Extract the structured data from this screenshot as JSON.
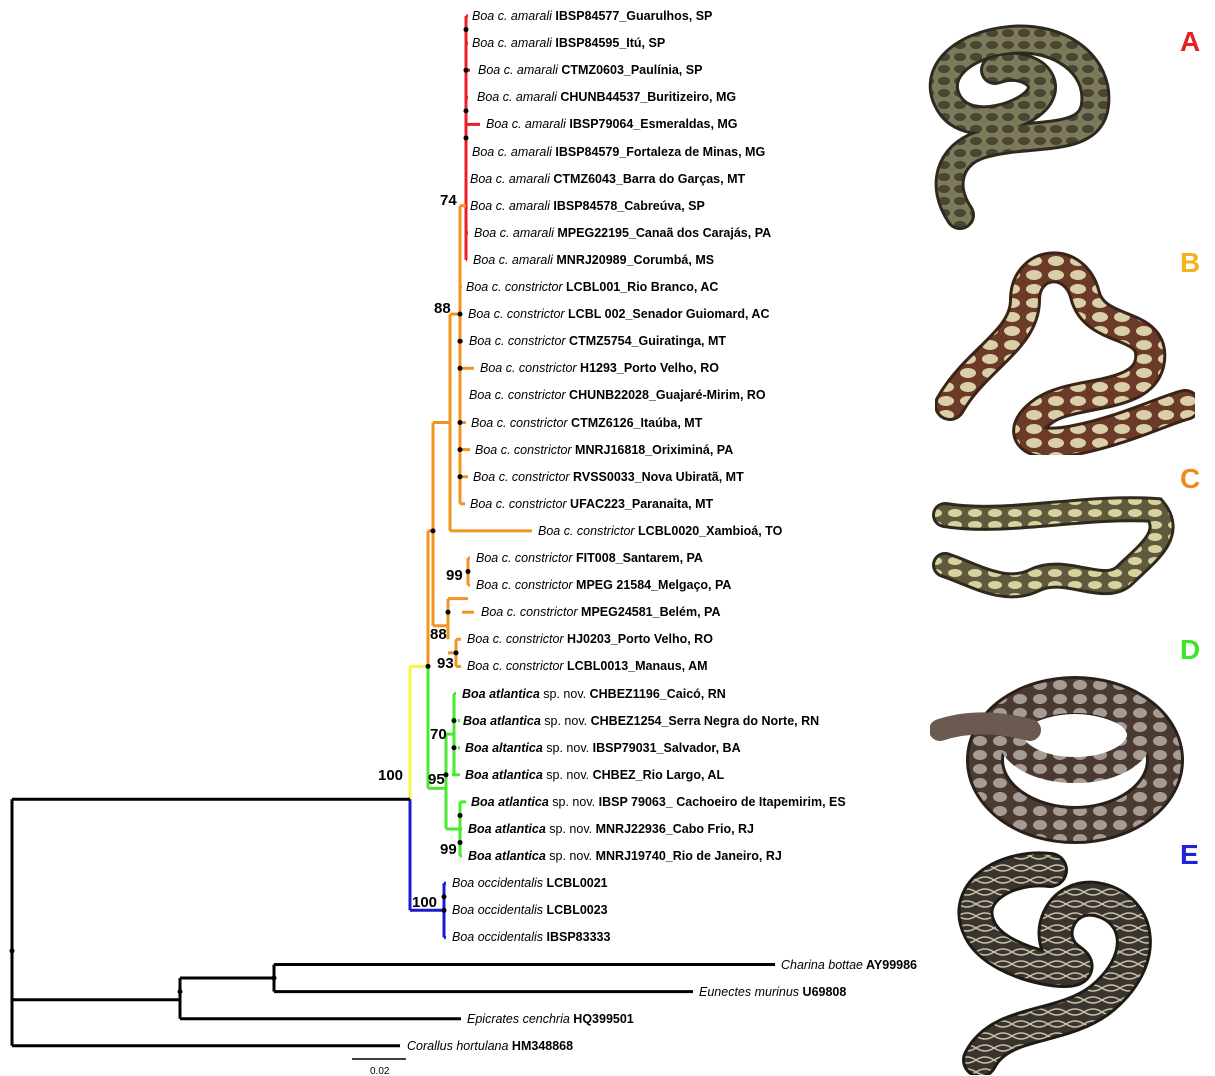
{
  "tips": [
    {
      "species": "Boa c. amarali",
      "code": "IBSP84577_Guarulhos, SP"
    },
    {
      "species": "Boa c. amarali",
      "code": "IBSP84595_Itú, SP"
    },
    {
      "species": "Boa c. amarali",
      "code": "CTMZ0603_Paulínia, SP"
    },
    {
      "species": "Boa c. amarali",
      "code": "CHUNB44537_Buritizeiro, MG"
    },
    {
      "species": "Boa c. amarali",
      "code": "IBSP79064_Esmeraldas, MG"
    },
    {
      "species": "Boa c. amarali",
      "code": "IBSP84579_Fortaleza de Minas, MG"
    },
    {
      "species": "Boa c. amarali",
      "code": "CTMZ6043_Barra do Garças, MT"
    },
    {
      "species": "Boa c. amarali",
      "code": "IBSP84578_Cabreúva, SP"
    },
    {
      "species": "Boa c. amarali",
      "code": "MPEG22195_Canaã dos Carajás, PA"
    },
    {
      "species": "Boa c. amarali",
      "code": "MNRJ20989_Corumbá, MS"
    },
    {
      "species": "Boa c. constrictor",
      "code": "LCBL001_Rio Branco, AC"
    },
    {
      "species": "Boa c. constrictor",
      "code": "LCBL 002_Senador Guiomard, AC"
    },
    {
      "species": "Boa c. constrictor",
      "code": "CTMZ5754_Guiratinga, MT"
    },
    {
      "species": "Boa c. constrictor",
      "code": "H1293_Porto Velho, RO"
    },
    {
      "species": "Boa c. constrictor",
      "code": "CHUNB22028_Guajaré-Mirim, RO"
    },
    {
      "species": "Boa c. constrictor",
      "code": "CTMZ6126_Itaúba, MT"
    },
    {
      "species": "Boa c. constrictor",
      "code": "MNRJ16818_Oriximiná, PA"
    },
    {
      "species": "Boa c. constrictor",
      "code": "RVSS0033_Nova Ubiratã, MT"
    },
    {
      "species": "Boa c. constrictor",
      "code": "UFAC223_Paranaita, MT"
    },
    {
      "species": "Boa c. constrictor",
      "code": "LCBL0020_Xambioá, TO"
    },
    {
      "species": "Boa c. constrictor",
      "code": "FIT008_Santarem, PA"
    },
    {
      "species": "Boa c. constrictor",
      "code": "MPEG 21584_Melgaço, PA"
    },
    {
      "species": "Boa c. constrictor",
      "code": "MPEG24581_Belém, PA"
    },
    {
      "species": "Boa c. constrictor",
      "code": "HJ0203_Porto Velho, RO"
    },
    {
      "species": "Boa c. constrictor",
      "code": "LCBL0013_Manaus, AM"
    },
    {
      "species": "Boa atlantica",
      "nov": "sp. nov.",
      "code": "CHBEZ1196_Caicó, RN"
    },
    {
      "species": "Boa atlantica",
      "nov": "sp. nov.",
      "code": "CHBEZ1254_Serra Negra do Norte, RN"
    },
    {
      "species": "Boa altantica",
      "nov": "sp. nov.",
      "code": "IBSP79031_Salvador, BA"
    },
    {
      "species": "Boa atlantica",
      "nov": "sp. nov.",
      "code": "CHBEZ_Rio Largo, AL"
    },
    {
      "species": "Boa atlantica",
      "nov": "sp. nov.",
      "code": "IBSP 79063_ Cachoeiro de Itapemirim, ES"
    },
    {
      "species": "Boa atlantica",
      "nov": "sp. nov.",
      "code": "MNRJ22936_Cabo Frio, RJ"
    },
    {
      "species": "Boa atlantica",
      "nov": "sp. nov.",
      "code": "MNRJ19740_Rio de Janeiro, RJ"
    },
    {
      "species": "Boa occidentalis",
      "code": "LCBL0021"
    },
    {
      "species": "Boa occidentalis",
      "code": "LCBL0023"
    },
    {
      "species": "Boa occidentalis",
      "code": "IBSP83333"
    },
    {
      "species": "Charina bottae",
      "code": "AY99986"
    },
    {
      "species": "Eunectes murinus",
      "code": "U69808"
    },
    {
      "species": "Epicrates cenchria",
      "code": "HQ399501"
    },
    {
      "species": "Corallus hortulana",
      "code": "HM348868"
    }
  ],
  "support": [
    "74",
    "88",
    "99",
    "88",
    "93",
    "70",
    "95",
    "99",
    "100",
    "100"
  ],
  "panels": [
    {
      "letter": "A",
      "color": "#e8211d"
    },
    {
      "letter": "B",
      "color": "#f5b21a"
    },
    {
      "letter": "C",
      "color": "#f08a1c"
    },
    {
      "letter": "D",
      "color": "#3ee62a"
    },
    {
      "letter": "E",
      "color": "#1f22d8"
    }
  ],
  "scale_bar": "0.02",
  "colors": {
    "amarali": "#ee1c24",
    "constrictor": "#f29422",
    "atlantica": "#4ae830",
    "occidentalis": "#1c1ccf",
    "stem_yellow": "#f5f542",
    "outgroup": "#000000"
  }
}
